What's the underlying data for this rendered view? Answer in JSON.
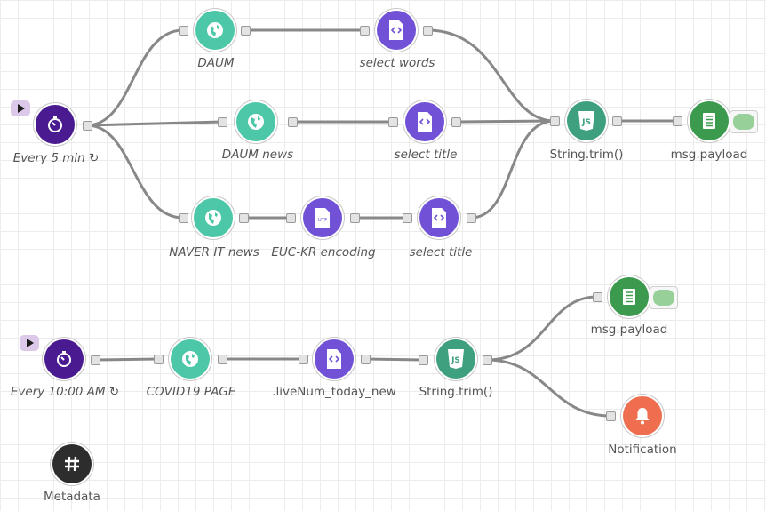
{
  "flow1": {
    "inject": {
      "label": "Every 5 min ↻"
    },
    "http_daum": {
      "label": "DAUM"
    },
    "html_words": {
      "label": "select words"
    },
    "http_daum_news": {
      "label": "DAUM news"
    },
    "html_title_1": {
      "label": "select title"
    },
    "http_naver": {
      "label": "NAVER IT news"
    },
    "encode": {
      "label": "EUC-KR encoding"
    },
    "html_title_2": {
      "label": "select title"
    },
    "trim": {
      "label": "String.trim()"
    },
    "debug": {
      "label": "msg.payload"
    }
  },
  "flow2": {
    "inject": {
      "label": "Every 10:00 AM ↻"
    },
    "http_covid": {
      "label": "COVID19 PAGE"
    },
    "html_livenum": {
      "label": ".liveNum_today_new"
    },
    "trim": {
      "label": "String.trim()"
    },
    "debug": {
      "label": "msg.payload"
    },
    "notify": {
      "label": "Notification"
    }
  },
  "metadata": {
    "label": "Metadata"
  },
  "colors": {
    "inject": "#4a1a91",
    "http": "#4cc7a7",
    "html": "#7152d6",
    "function": "#3ea07e",
    "debug": "#3b9a4d",
    "notification": "#ee6e4f",
    "metadata": "#2d2d2d"
  },
  "icons": {
    "inject": "stopwatch-icon",
    "http": "globe-icon",
    "html": "code-file-icon",
    "encode": "utf-file-icon",
    "function": "js-icon",
    "debug": "list-icon",
    "notification": "bell-icon",
    "metadata": "hash-icon"
  }
}
